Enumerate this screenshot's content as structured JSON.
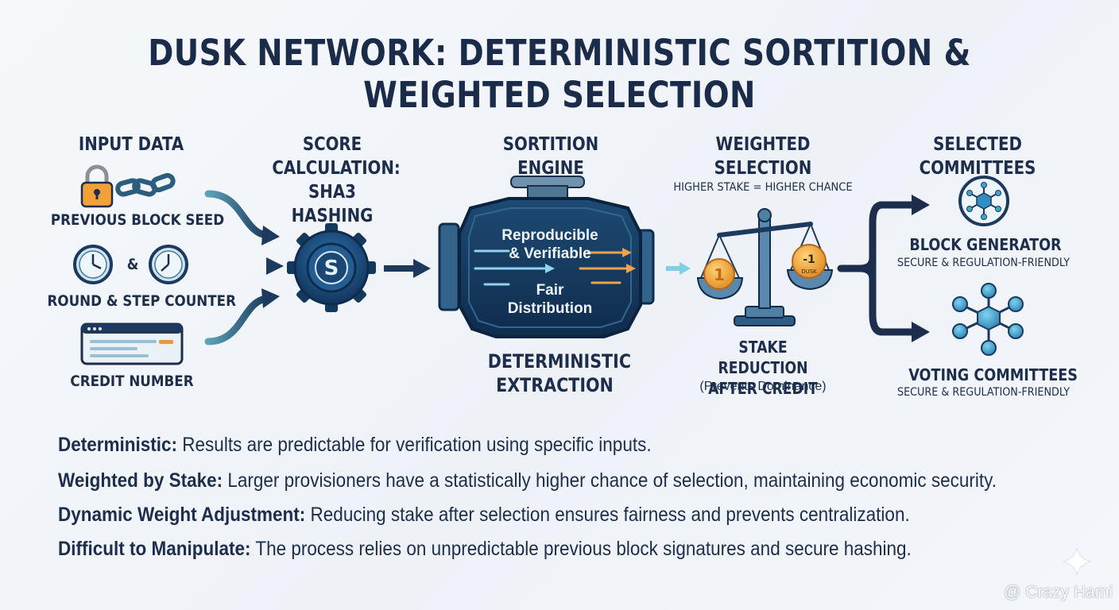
{
  "title": "DUSK NETWORK: DETERMINISTIC SORTITION & WEIGHTED SELECTION",
  "columns": {
    "input": "INPUT DATA",
    "score": "SCORE CALCULATION: SHA3 HASHING",
    "engine": "SORTITION ENGINE",
    "weighted": "WEIGHTED SELECTION",
    "committees": "SELECTED COMMITTEES"
  },
  "inputs": {
    "seed": "PREVIOUS BLOCK SEED",
    "amp": "&",
    "counter": "ROUND & STEP COUNTER",
    "credit": "CREDIT NUMBER"
  },
  "engine": {
    "line1": "Reproducible",
    "line2": "& Verifiable",
    "line3": "Fair",
    "line4": "Distribution",
    "caption": "DETERMINISTIC EXTRACTION"
  },
  "weighted": {
    "note": "HIGHER STAKE = HIGHER CHANCE",
    "coin_left": "1",
    "coin_right": "-1",
    "coin_right_sub": "DUSK",
    "caption": "STAKE REDUCTION AFTER CREDIT",
    "caption_sub": "(Prevents Dominance)"
  },
  "committees": {
    "block_generator": "BLOCK GENERATOR",
    "block_generator_sub": "SECURE & REGULATION-FRIENDLY",
    "voting": "VOTING COMMITTEES",
    "voting_sub": "SECURE & REGULATION-FRIENDLY"
  },
  "bullets": [
    {
      "term": "Deterministic:",
      "text": " Results are predictable for verification using specific inputs."
    },
    {
      "term": "Weighted by Stake:",
      "text": " Larger provisioners have a statistically higher chance of selection, maintaining economic security."
    },
    {
      "term": "Dynamic Weight Adjustment:",
      "text": " Reducing stake after selection ensures fairness and prevents centralization."
    },
    {
      "term": "Difficult to Manipulate:",
      "text": " The process relies on unpredictable previous block signatures and secure hashing."
    }
  ],
  "watermark": "@ Crazy Hami",
  "colors": {
    "navy": "#1d2e4c",
    "teal": "#3e7f96",
    "engine": "#14365b",
    "orange": "#e89a3c",
    "gold": "#f0a43a",
    "node": "#3fa6cf"
  },
  "icons": [
    "lock-icon",
    "chain-icon",
    "clock-icon",
    "terminal-window-icon",
    "gear-dollar-icon",
    "engine-icon",
    "balance-scale-icon",
    "coin-icon",
    "network-node-icon",
    "molecule-network-icon",
    "sparkle-icon"
  ]
}
